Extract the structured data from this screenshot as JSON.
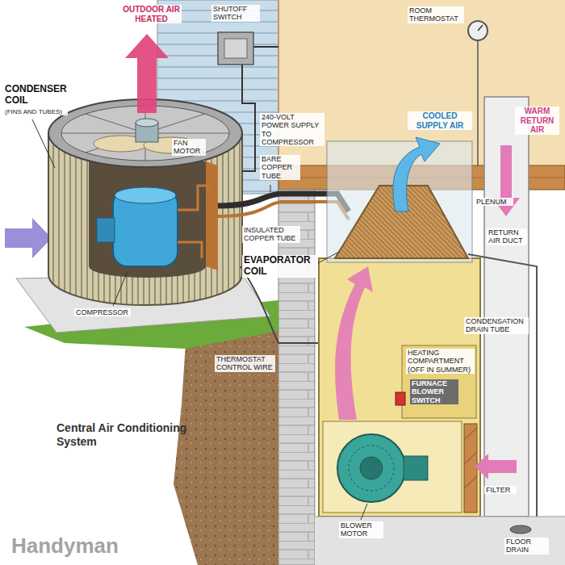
{
  "diagram": {
    "title": "Central Air Conditioning System",
    "labels": [
      "OUTDOOR AIR HEATED",
      "CONDENSER COIL",
      "(FINS AND TUBES)",
      "FAN MOTOR",
      "SHUTOFF SWITCH",
      "240-VOLT POWER SUPPLY TO COMPRESSOR",
      "ROOM THERMOSTAT",
      "COOLED SUPPLY AIR",
      "WARM RETURN AIR",
      "PLENUM",
      "BARE COPPER TUBE",
      "INSULATED COPPER TUBE",
      "EVAPORATOR COIL",
      "RETURN AIR DUCT",
      "CONDENSATION DRAIN TUBE",
      "HEATING COMPARTMENT (OFF IN SUMMER)",
      "COMPRESSOR",
      "THERMOSTAT CONTROL WIRE",
      "FURNACE BLOWER SWITCH",
      "FILTER",
      "BLOWER MOTOR",
      "FLOOR DRAIN",
      "Handyman"
    ]
  }
}
